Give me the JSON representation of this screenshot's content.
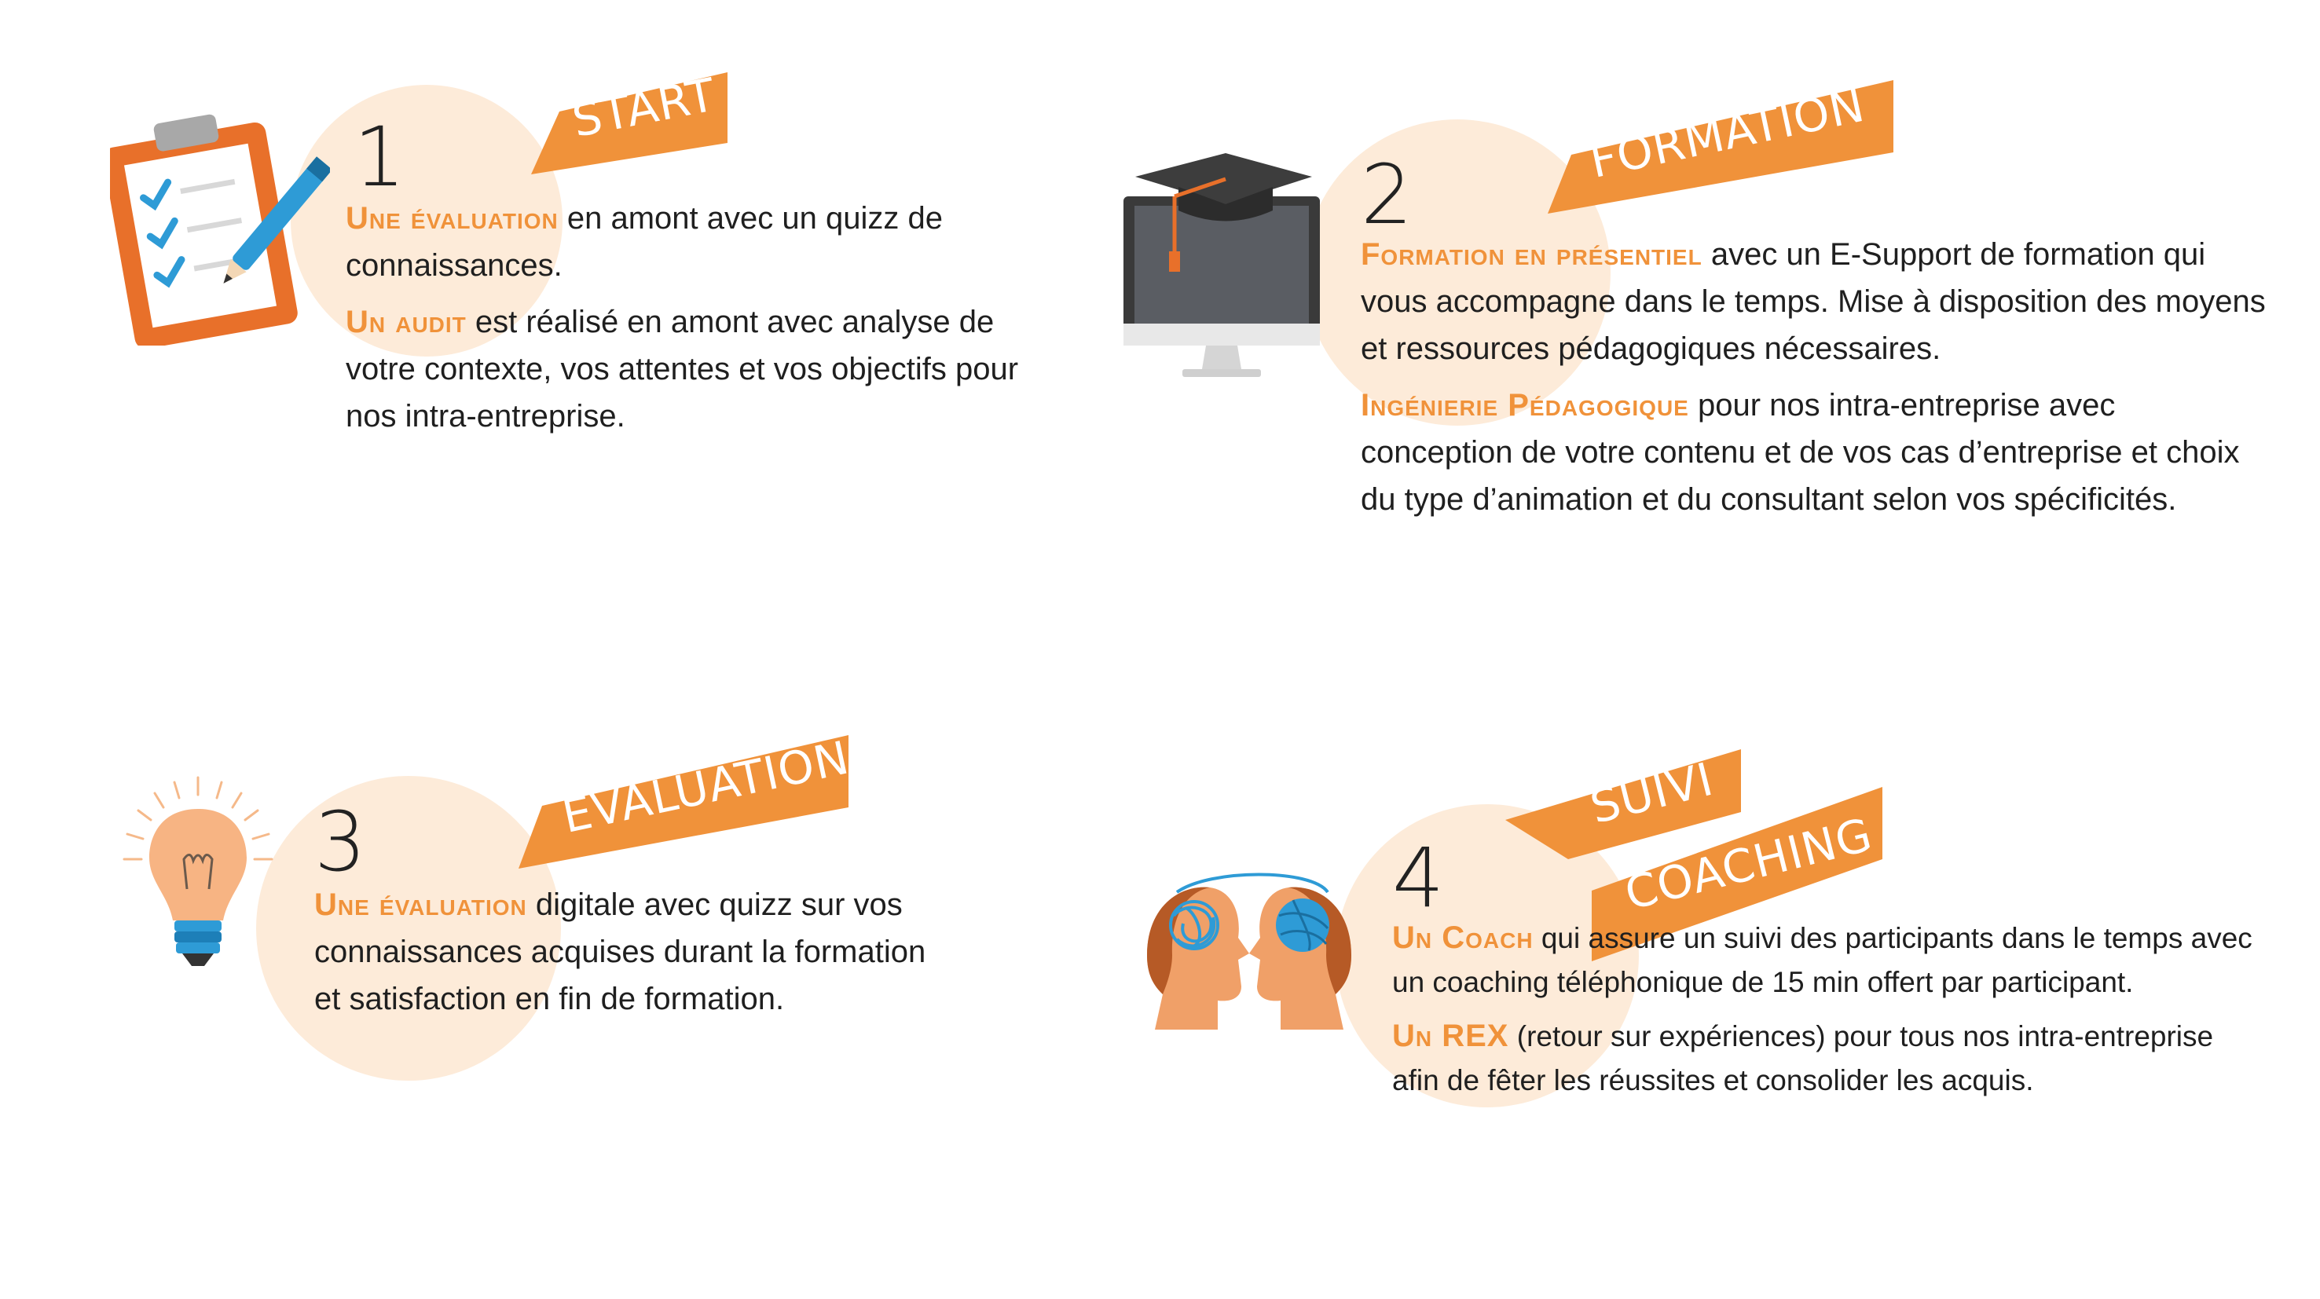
{
  "steps": [
    {
      "number": "1",
      "banner": "START",
      "paragraphs": [
        {
          "keyword": "Une évaluation",
          "text": " en amont avec un quizz de connaissances."
        },
        {
          "keyword": "Un audit",
          "text": " est réalisé en amont avec analyse de votre contexte, vos attentes et vos objectifs pour nos intra-entreprise."
        }
      ]
    },
    {
      "number": "2",
      "banner": "FORMATION",
      "paragraphs": [
        {
          "keyword": "Formation en présentiel",
          "text": " avec un E-Support de formation qui vous accompagne dans le temps. Mise à disposition des moyens et ressources pédagogiques nécessaires."
        },
        {
          "keyword": "Ingénierie Pédagogique",
          "text": " pour nos intra-entreprise avec conception de votre contenu et de vos cas d’entreprise et choix du type d’animation et du consultant selon vos spécificités."
        }
      ]
    },
    {
      "number": "3",
      "banner": "ÉVALUATION",
      "paragraphs": [
        {
          "keyword": "Une évaluation",
          "text": " digitale avec quizz sur vos connaissances acquises durant la formation et satisfaction en fin de formation."
        }
      ]
    },
    {
      "number": "4",
      "banner_line1": "SUIVI",
      "banner_line2": "COACHING",
      "paragraphs": [
        {
          "keyword": "Un Coach",
          "text": " qui assure un suivi des participants dans le temps avec un coaching téléphonique de 15 min offert par participant."
        },
        {
          "keyword": "Un REX",
          "text": " (retour sur expériences) pour tous nos intra-entreprise afin de fêter les réussites et consolider les acquis."
        }
      ]
    }
  ],
  "colors": {
    "accent": "#f0923a",
    "circle": "#fdebd9",
    "text": "#1f1f1f"
  },
  "icons": [
    "clipboard-icon",
    "graduation-monitor-icon",
    "lightbulb-icon",
    "coaching-heads-icon"
  ]
}
